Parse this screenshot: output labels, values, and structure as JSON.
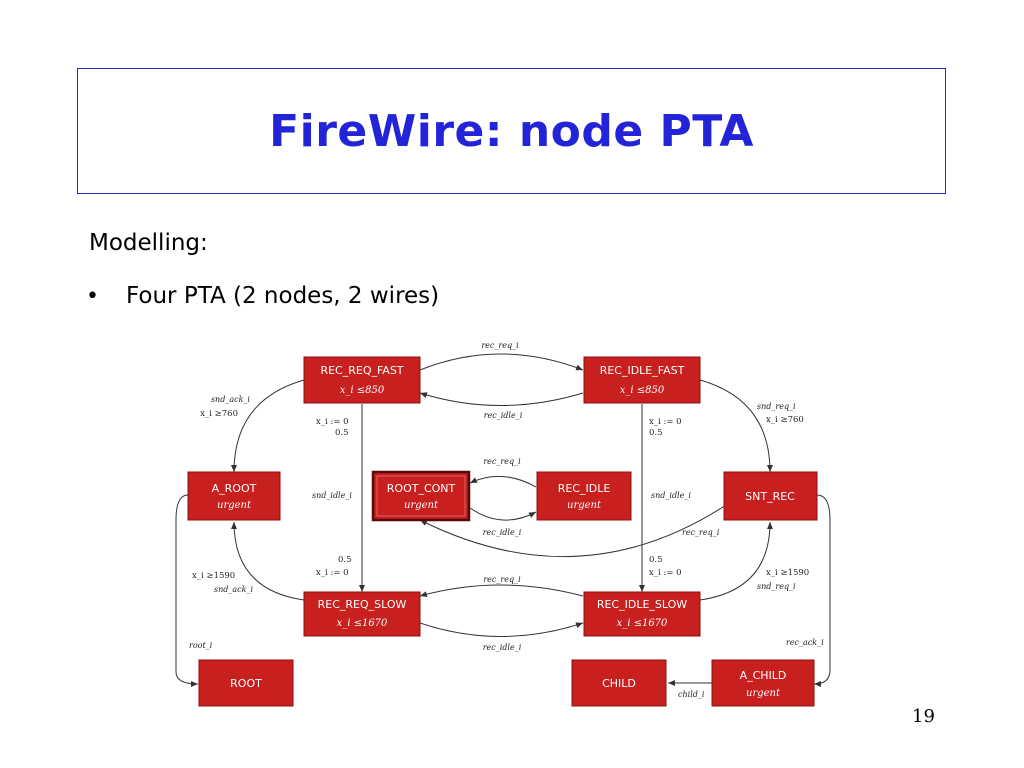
{
  "title": "FireWire: node PTA",
  "body": {
    "heading": "Modelling:",
    "bullet": "Four PTA (2 nodes, 2 wires)"
  },
  "page_number": "19",
  "diagram": {
    "states": {
      "rec_req_fast": {
        "name": "REC_REQ_FAST",
        "inv": "x_i ≤850"
      },
      "rec_idle_fast": {
        "name": "REC_IDLE_FAST",
        "inv": "x_i ≤850"
      },
      "a_root": {
        "name": "A_ROOT",
        "sub": "urgent"
      },
      "root_cont": {
        "name": "ROOT_CONT",
        "sub": "urgent"
      },
      "rec_idle": {
        "name": "REC_IDLE",
        "sub": "urgent"
      },
      "snt_rec": {
        "name": "SNT_REC"
      },
      "rec_req_slow": {
        "name": "REC_REQ_SLOW",
        "inv": "x_i ≤1670"
      },
      "rec_idle_slow": {
        "name": "REC_IDLE_SLOW",
        "inv": "x_i ≤1670"
      },
      "root": {
        "name": "ROOT"
      },
      "child": {
        "name": "CHILD"
      },
      "a_child": {
        "name": "A_CHILD",
        "sub": "urgent"
      }
    },
    "labels": {
      "rec_req_top": "rec_req_i",
      "rec_idle_top": "rec_idle_i",
      "snd_ack_left": "snd_ack_i",
      "guard_760_left": "x_i ≥760",
      "snd_req_right": "snd_req_i",
      "guard_760_right": "x_i ≥760",
      "reset_left_top": "x_i := 0",
      "prob_left_top": "0.5",
      "reset_right_top": "x_i := 0",
      "prob_right_top": "0.5",
      "rec_req_mid": "rec_req_i",
      "rec_idle_mid": "rec_idle_i",
      "snd_idle_left": "snd_idle_i",
      "snd_idle_right": "snd_idle_i",
      "rec_req_snt": "rec_req_i",
      "prob_left_bot": "0.5",
      "reset_left_bot": "x_i := 0",
      "prob_right_bot": "0.5",
      "reset_right_bot": "x_i := 0",
      "guard_1590_left": "x_i ≥1590",
      "snd_ack_left_bot": "snd_ack_i",
      "guard_1590_right": "x_i ≥1590",
      "snd_req_right_bot": "snd_req_i",
      "rec_req_bot": "rec_req_i",
      "rec_idle_bot": "rec_idle_i",
      "root_lbl": "root_i",
      "rec_ack_lbl": "rec_ack_i",
      "child_lbl": "child_i"
    },
    "colors": {
      "state_fill": "#c8201e",
      "state_border": "#8a1010",
      "edge": "#333333"
    }
  }
}
